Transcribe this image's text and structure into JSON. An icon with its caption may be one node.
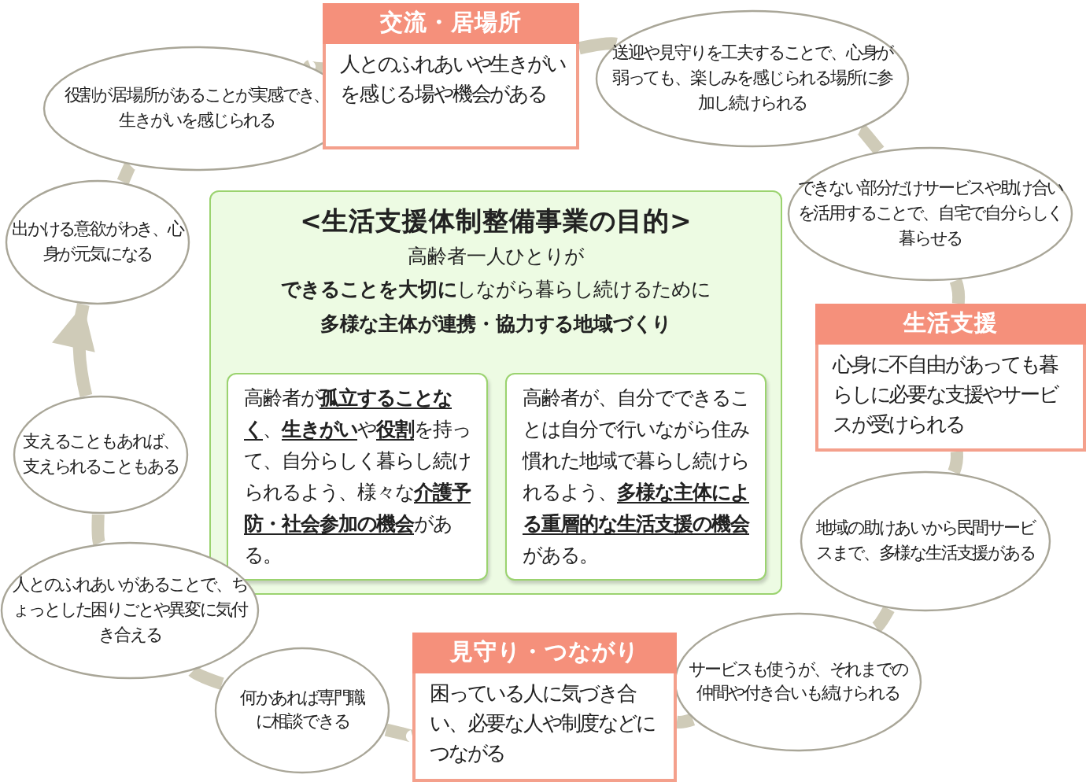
{
  "diagram": {
    "nodes": [
      {
        "text": [
          "交流・居場所",
          "人とのふれあいや生きがいを感じる場や機会がある"
        ]
      },
      {
        "text": [
          "役割が居場所があることが実感でき、生きがいを感じられる"
        ]
      },
      {
        "text": [
          "送迎や見守りを工夫することで、心身が弱っても、楽しみを感じられる場所に参加し続けられる"
        ]
      },
      {
        "text": [
          "出かける意欲がわき、心身が元気になる"
        ]
      },
      {
        "text": [
          "<生活支援体制整備事業の目的>",
          "高齢者一人ひとりが",
          "**できることを大切に**しながら暮らし続けるために",
          "多様な主体が連携・協力する地域づくり"
        ]
      },
      {
        "text": [
          "高齢者が**孤立することなく**、**生きがい**や**役割**を持って、自分らしく暮らし続けられるよう、様々な**介護予防・社会参加の機会**がある。"
        ],
        "in": 4
      },
      {
        "text": [
          "高齢者が、自分でできることは自分で行いながら住み慣れた地域で暮らし続けられるよう、**多様な主体による重層的な生活支援の機会**がある。"
        ],
        "in": 4
      },
      {
        "text": [
          "できない部分だけサービスや助け合いを活用することで、自宅で自分らしく暮らせる"
        ]
      },
      {
        "text": [
          "生活支援",
          "心身に不自由があっても暮らしに必要な支援やサービスが受けられる"
        ]
      },
      {
        "text": [
          "支えることもあれば、支えられることもある"
        ]
      },
      {
        "text": [
          "地域の助けあいから民間サービスまで、多様な生活支援がある"
        ]
      },
      {
        "text": [
          "人とのふれあいがあることで、ちょっとした困りごとや異変に気付き合える"
        ]
      },
      {
        "text": [
          "見守り・つながり",
          "困っている人に気づき合い、必要な人や制度などにつながる"
        ]
      },
      {
        "text": [
          "何かあれば専門職に相談できる"
        ]
      },
      {
        "text": [
          "サービスも使うが、それまでの仲間や付き合いも続けられる"
        ]
      }
    ],
    "edges": [
      {
        "from": 12,
        "to": 13,
        "arrow": "none"
      },
      {
        "from": 13,
        "to": 11,
        "arrow": "none"
      },
      {
        "from": 11,
        "to": 9,
        "arrow": "none"
      },
      {
        "from": 9,
        "to": 3,
        "arrow": "to"
      },
      {
        "from": 3,
        "to": 1,
        "arrow": "none"
      },
      {
        "from": 1,
        "to": 0,
        "arrow": "none"
      },
      {
        "from": 0,
        "to": 2,
        "arrow": "none"
      },
      {
        "from": 2,
        "to": 7,
        "arrow": "none"
      },
      {
        "from": 7,
        "to": 8,
        "arrow": "none"
      },
      {
        "from": 8,
        "to": 10,
        "arrow": "none"
      },
      {
        "from": 10,
        "to": 14,
        "arrow": "none"
      },
      {
        "from": 14,
        "to": 12,
        "arrow": "none"
      }
    ]
  }
}
